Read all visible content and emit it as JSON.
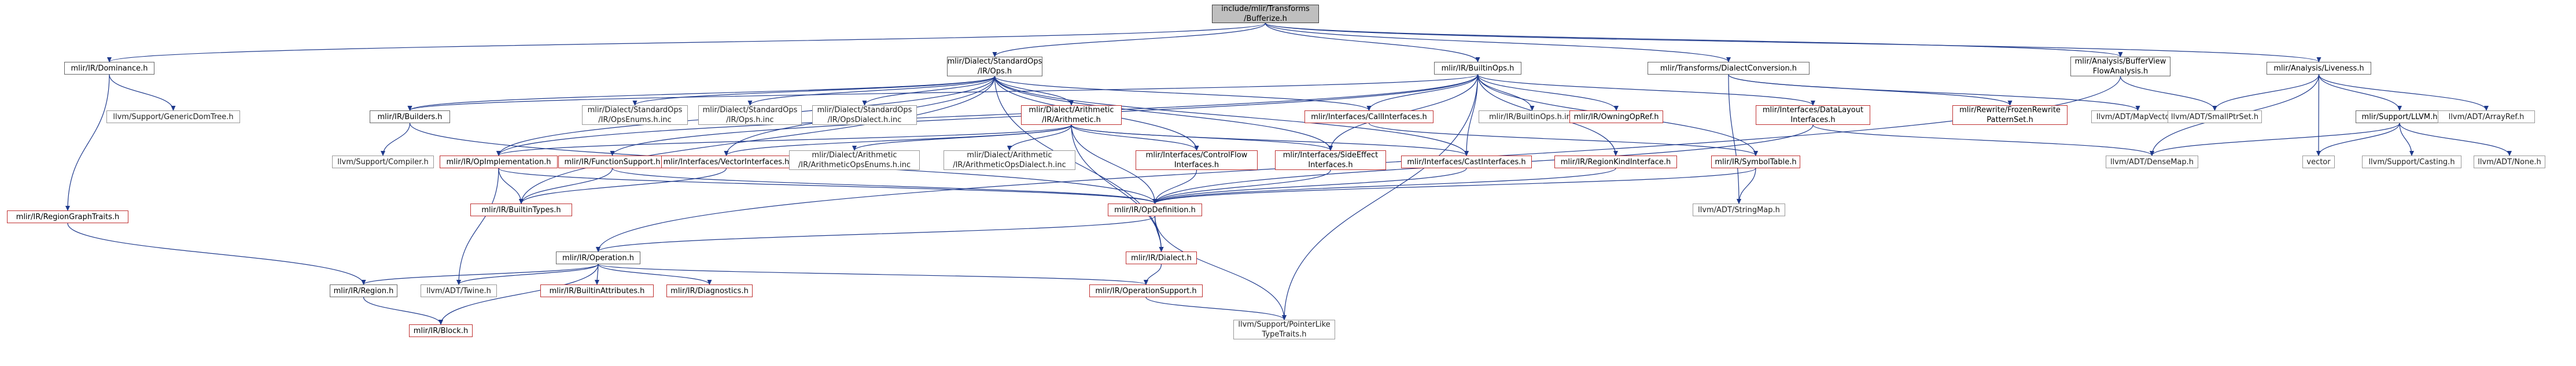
{
  "colors": {
    "edge": "#1f3a8c",
    "border_linked": "#666666",
    "border_plain": "#999999",
    "border_incomplete": "#bf3030",
    "root_fill": "#bfbfbf"
  },
  "nodes": [
    {
      "id": "root",
      "lines": [
        "include/mlir/Transforms",
        "/Bufferize.h"
      ],
      "style": "root"
    },
    {
      "id": "dominance",
      "lines": [
        "mlir/IR/Dominance.h"
      ],
      "style": "linked"
    },
    {
      "id": "stdops",
      "lines": [
        "mlir/Dialect/StandardOps",
        "/IR/Ops.h"
      ],
      "style": "linked"
    },
    {
      "id": "builtinops",
      "lines": [
        "mlir/IR/BuiltinOps.h"
      ],
      "style": "linked"
    },
    {
      "id": "dialectconv",
      "lines": [
        "mlir/Transforms/DialectConversion.h"
      ],
      "style": "linked"
    },
    {
      "id": "bufferview",
      "lines": [
        "mlir/Analysis/BufferView",
        "FlowAnalysis.h"
      ],
      "style": "linked"
    },
    {
      "id": "liveness",
      "lines": [
        "mlir/Analysis/Liveness.h"
      ],
      "style": "linked"
    },
    {
      "id": "genericdomtree",
      "lines": [
        "llvm/Support/GenericDomTree.h"
      ],
      "style": "plain"
    },
    {
      "id": "regiongraph",
      "lines": [
        "mlir/IR/RegionGraphTraits.h"
      ],
      "style": "red"
    },
    {
      "id": "builders",
      "lines": [
        "mlir/IR/Builders.h"
      ],
      "style": "linked"
    },
    {
      "id": "opsenums",
      "lines": [
        "mlir/Dialect/StandardOps",
        "/IR/OpsEnums.h.inc"
      ],
      "style": "plain"
    },
    {
      "id": "opsinc",
      "lines": [
        "mlir/Dialect/StandardOps",
        "/IR/Ops.h.inc"
      ],
      "style": "plain"
    },
    {
      "id": "opsdialect",
      "lines": [
        "mlir/Dialect/StandardOps",
        "/IR/OpsDialect.h.inc"
      ],
      "style": "plain"
    },
    {
      "id": "arith",
      "lines": [
        "mlir/Dialect/Arithmetic",
        "/IR/Arithmetic.h"
      ],
      "style": "red"
    },
    {
      "id": "callif",
      "lines": [
        "mlir/Interfaces/CallInterfaces.h"
      ],
      "style": "red"
    },
    {
      "id": "builtinopsinc",
      "lines": [
        "mlir/IR/BuiltinOps.h.inc"
      ],
      "style": "plain"
    },
    {
      "id": "owningopref",
      "lines": [
        "mlir/IR/OwningOpRef.h"
      ],
      "style": "red"
    },
    {
      "id": "datalayout",
      "lines": [
        "mlir/Interfaces/DataLayout",
        "Interfaces.h"
      ],
      "style": "red"
    },
    {
      "id": "frozenrewrite",
      "lines": [
        "mlir/Rewrite/FrozenRewrite",
        "PatternSet.h"
      ],
      "style": "red"
    },
    {
      "id": "mapvector",
      "lines": [
        "llvm/ADT/MapVector.h"
      ],
      "style": "plain"
    },
    {
      "id": "smallptrset",
      "lines": [
        "llvm/ADT/SmallPtrSet.h"
      ],
      "style": "plain"
    },
    {
      "id": "vector",
      "lines": [
        "vector"
      ],
      "style": "plain"
    },
    {
      "id": "llvmsupport",
      "lines": [
        "mlir/Support/LLVM.h"
      ],
      "style": "linked"
    },
    {
      "id": "arrayref",
      "lines": [
        "llvm/ADT/ArrayRef.h"
      ],
      "style": "plain"
    },
    {
      "id": "supportcompiler",
      "lines": [
        "llvm/Support/Compiler.h"
      ],
      "style": "plain"
    },
    {
      "id": "opimpl",
      "lines": [
        "mlir/IR/OpImplementation.h"
      ],
      "style": "red"
    },
    {
      "id": "funcsupport",
      "lines": [
        "mlir/IR/FunctionSupport.h"
      ],
      "style": "red"
    },
    {
      "id": "vectorif",
      "lines": [
        "mlir/Interfaces/VectorInterfaces.h"
      ],
      "style": "red"
    },
    {
      "id": "arithenums",
      "lines": [
        "mlir/Dialect/Arithmetic",
        "/IR/ArithmeticOpsEnums.h.inc"
      ],
      "style": "plain"
    },
    {
      "id": "arithdialect",
      "lines": [
        "mlir/Dialect/Arithmetic",
        "/IR/ArithmeticOpsDialect.h.inc"
      ],
      "style": "plain"
    },
    {
      "id": "controlflow",
      "lines": [
        "mlir/Interfaces/ControlFlow",
        "Interfaces.h"
      ],
      "style": "red"
    },
    {
      "id": "sideeffect",
      "lines": [
        "mlir/Interfaces/SideEffect",
        "Interfaces.h"
      ],
      "style": "red"
    },
    {
      "id": "castif",
      "lines": [
        "mlir/Interfaces/CastInterfaces.h"
      ],
      "style": "red"
    },
    {
      "id": "regionkind",
      "lines": [
        "mlir/IR/RegionKindInterface.h"
      ],
      "style": "red"
    },
    {
      "id": "symboltable",
      "lines": [
        "mlir/IR/SymbolTable.h"
      ],
      "style": "red"
    },
    {
      "id": "densemap",
      "lines": [
        "llvm/ADT/DenseMap.h"
      ],
      "style": "plain"
    },
    {
      "id": "casting",
      "lines": [
        "llvm/Support/Casting.h"
      ],
      "style": "plain"
    },
    {
      "id": "none",
      "lines": [
        "llvm/ADT/None.h"
      ],
      "style": "plain"
    },
    {
      "id": "builtintypes",
      "lines": [
        "mlir/IR/BuiltinTypes.h"
      ],
      "style": "red"
    },
    {
      "id": "opdef",
      "lines": [
        "mlir/IR/OpDefinition.h"
      ],
      "style": "red"
    },
    {
      "id": "stringmap",
      "lines": [
        "llvm/ADT/StringMap.h"
      ],
      "style": "plain"
    },
    {
      "id": "dialect",
      "lines": [
        "mlir/IR/Dialect.h"
      ],
      "style": "red"
    },
    {
      "id": "operation",
      "lines": [
        "mlir/IR/Operation.h"
      ],
      "style": "linked"
    },
    {
      "id": "region",
      "lines": [
        "mlir/IR/Region.h"
      ],
      "style": "linked"
    },
    {
      "id": "twine",
      "lines": [
        "llvm/ADT/Twine.h"
      ],
      "style": "plain"
    },
    {
      "id": "builtinattr",
      "lines": [
        "mlir/IR/BuiltinAttributes.h"
      ],
      "style": "red"
    },
    {
      "id": "diagnostics",
      "lines": [
        "mlir/IR/Diagnostics.h"
      ],
      "style": "red"
    },
    {
      "id": "opsupport",
      "lines": [
        "mlir/IR/OperationSupport.h"
      ],
      "style": "red"
    },
    {
      "id": "block",
      "lines": [
        "mlir/IR/Block.h"
      ],
      "style": "red"
    },
    {
      "id": "pointerlike",
      "lines": [
        "llvm/Support/PointerLike",
        "TypeTraits.h"
      ],
      "style": "plain"
    }
  ],
  "edges": [
    [
      "root",
      "dominance"
    ],
    [
      "root",
      "stdops"
    ],
    [
      "root",
      "builtinops"
    ],
    [
      "root",
      "dialectconv"
    ],
    [
      "root",
      "bufferview"
    ],
    [
      "root",
      "liveness"
    ],
    [
      "dominance",
      "genericdomtree"
    ],
    [
      "dominance",
      "regiongraph"
    ],
    [
      "regiongraph",
      "region"
    ],
    [
      "stdops",
      "builders"
    ],
    [
      "stdops",
      "opsenums"
    ],
    [
      "stdops",
      "opsinc"
    ],
    [
      "stdops",
      "opsdialect"
    ],
    [
      "stdops",
      "arith"
    ],
    [
      "stdops",
      "callif"
    ],
    [
      "stdops",
      "opimpl"
    ],
    [
      "stdops",
      "vectorif"
    ],
    [
      "stdops",
      "controlflow"
    ],
    [
      "stdops",
      "sideeffect"
    ],
    [
      "stdops",
      "castif"
    ],
    [
      "stdops",
      "builtintypes"
    ],
    [
      "stdops",
      "dialect"
    ],
    [
      "builtinops",
      "builders"
    ],
    [
      "builtinops",
      "callif"
    ],
    [
      "builtinops",
      "builtinopsinc"
    ],
    [
      "builtinops",
      "owningopref"
    ],
    [
      "builtinops",
      "datalayout"
    ],
    [
      "builtinops",
      "symboltable"
    ],
    [
      "builtinops",
      "regionkind"
    ],
    [
      "builtinops",
      "castif"
    ],
    [
      "builtinops",
      "sideeffect"
    ],
    [
      "builtinops",
      "funcsupport"
    ],
    [
      "builtinops",
      "opimpl"
    ],
    [
      "builtinops",
      "pointerlike"
    ],
    [
      "dialectconv",
      "frozenrewrite"
    ],
    [
      "dialectconv",
      "mapvector"
    ],
    [
      "dialectconv",
      "stringmap"
    ],
    [
      "bufferview",
      "smallptrset"
    ],
    [
      "bufferview",
      "operation"
    ],
    [
      "liveness",
      "smallptrset"
    ],
    [
      "liveness",
      "vector"
    ],
    [
      "liveness",
      "llvmsupport"
    ],
    [
      "liveness",
      "arrayref"
    ],
    [
      "liveness",
      "densemap"
    ],
    [
      "builders",
      "supportcompiler"
    ],
    [
      "builders",
      "opdef"
    ],
    [
      "arith",
      "opimpl"
    ],
    [
      "arith",
      "vectorif"
    ],
    [
      "arith",
      "arithenums"
    ],
    [
      "arith",
      "arithdialect"
    ],
    [
      "arith",
      "controlflow"
    ],
    [
      "arith",
      "sideeffect"
    ],
    [
      "arith",
      "castif"
    ],
    [
      "arith",
      "dialect"
    ],
    [
      "arith",
      "opdef"
    ],
    [
      "callif",
      "symboltable"
    ],
    [
      "datalayout",
      "densemap"
    ],
    [
      "datalayout",
      "opdef"
    ],
    [
      "llvmsupport",
      "vector"
    ],
    [
      "llvmsupport",
      "densemap"
    ],
    [
      "llvmsupport",
      "casting"
    ],
    [
      "llvmsupport",
      "none"
    ],
    [
      "opimpl",
      "builtintypes"
    ],
    [
      "opimpl",
      "opdef"
    ],
    [
      "opimpl",
      "twine"
    ],
    [
      "funcsupport",
      "builtintypes"
    ],
    [
      "funcsupport",
      "opdef"
    ],
    [
      "vectorif",
      "builtintypes"
    ],
    [
      "controlflow",
      "opdef"
    ],
    [
      "sideeffect",
      "opdef"
    ],
    [
      "castif",
      "opdef"
    ],
    [
      "regionkind",
      "opdef"
    ],
    [
      "symboltable",
      "opdef"
    ],
    [
      "symboltable",
      "stringmap"
    ],
    [
      "opdef",
      "operation"
    ],
    [
      "opdef",
      "dialect"
    ],
    [
      "opdef",
      "pointerlike"
    ],
    [
      "dialect",
      "opsupport"
    ],
    [
      "operation",
      "region"
    ],
    [
      "operation",
      "twine"
    ],
    [
      "operation",
      "builtinattr"
    ],
    [
      "operation",
      "diagnostics"
    ],
    [
      "operation",
      "opsupport"
    ],
    [
      "operation",
      "block"
    ],
    [
      "region",
      "block"
    ],
    [
      "opsupport",
      "pointerlike"
    ]
  ]
}
